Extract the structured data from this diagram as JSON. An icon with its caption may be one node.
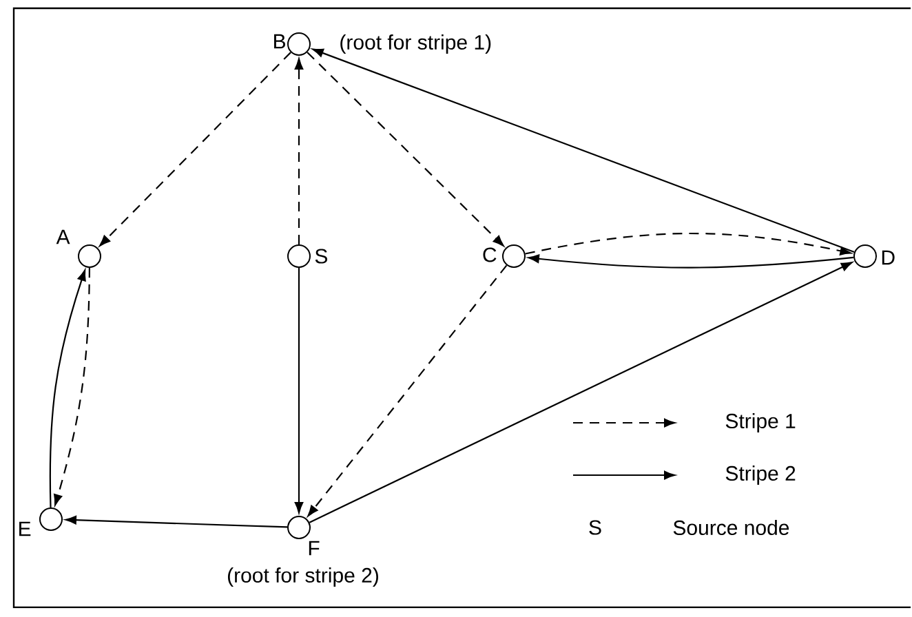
{
  "diagram": {
    "nodes": [
      {
        "text": [],
        "shape": "circle",
        "beside": [
          "B",
          "(root for stripe 1)"
        ]
      },
      {
        "text": [],
        "shape": "circle",
        "beside": [
          "A"
        ]
      },
      {
        "text": [],
        "shape": "circle",
        "beside": [
          "S"
        ]
      },
      {
        "text": [],
        "shape": "circle",
        "beside": [
          "C"
        ]
      },
      {
        "text": [],
        "shape": "circle",
        "beside": [
          "D"
        ]
      },
      {
        "text": [],
        "shape": "circle",
        "beside": [
          "E"
        ]
      },
      {
        "text": [],
        "shape": "circle",
        "beside": [
          "F",
          "(root for stripe 2)"
        ]
      }
    ],
    "edges": [
      {
        "from": 2,
        "to": 0,
        "arrow": "to",
        "style": "dashed"
      },
      {
        "from": 0,
        "to": 1,
        "arrow": "to",
        "style": "dashed"
      },
      {
        "from": 0,
        "to": 3,
        "arrow": "to",
        "style": "dashed"
      },
      {
        "from": 4,
        "to": 0,
        "arrow": "to"
      },
      {
        "from": 3,
        "to": 4,
        "arrow": "to",
        "style": "dashed"
      },
      {
        "from": 4,
        "to": 3,
        "arrow": "to"
      },
      {
        "from": 2,
        "to": 6,
        "arrow": "to"
      },
      {
        "from": 3,
        "to": 6,
        "arrow": "to",
        "style": "dashed"
      },
      {
        "from": 6,
        "to": 4,
        "arrow": "to"
      },
      {
        "from": 6,
        "to": 5,
        "arrow": "to"
      },
      {
        "from": 5,
        "to": 1,
        "arrow": "to"
      },
      {
        "from": 1,
        "to": 5,
        "arrow": "to",
        "style": "dashed"
      }
    ],
    "labels": [
      "S",
      "Source node"
    ],
    "legend": [
      {
        "text": "Stripe 1"
      },
      {
        "text": "Stripe 2"
      }
    ]
  }
}
